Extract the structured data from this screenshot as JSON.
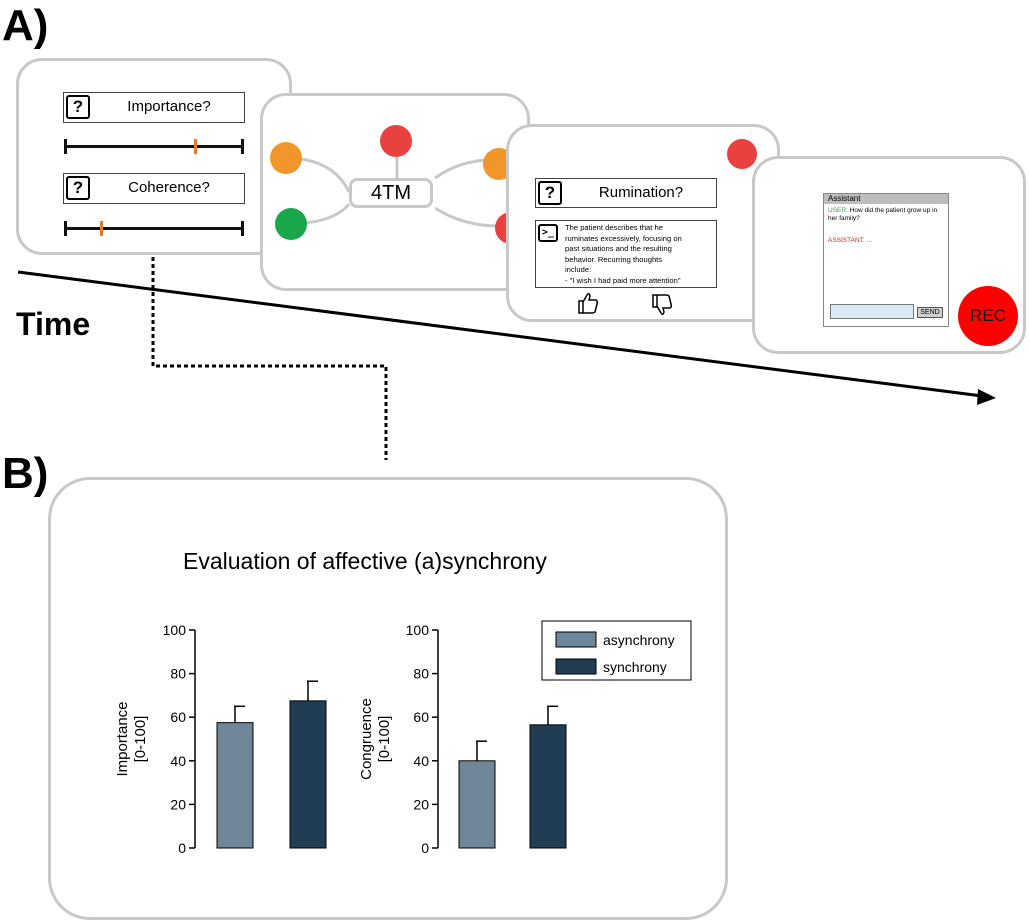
{
  "panel_a_label": "A)",
  "panel_b_label": "B)",
  "time_label": "Time",
  "card1": {
    "q1": {
      "mark": "?",
      "label": "Importance?",
      "slider_value": 0.72
    },
    "q2": {
      "mark": "?",
      "label": "Coherence?",
      "slider_value": 0.2
    }
  },
  "card2": {
    "hub_label": "4TM",
    "colors": {
      "orange": "#f0962a",
      "red": "#e8413f",
      "green": "#1aa64b"
    }
  },
  "card3": {
    "question": {
      "mark": "?",
      "label": "Rumination?"
    },
    "prompt_icon": ">_",
    "response_lines": [
      "The patient describes that he",
      "ruminates excessively, focusing on",
      "past situations and the resulting",
      "behavior. Recurring thoughts",
      "include:",
      "- \"I wish I had paid more attention\""
    ],
    "icons": {
      "up": "thumbs-up-icon",
      "down": "thumbs-down-icon"
    }
  },
  "card4": {
    "window_title": "Assistant",
    "user_prefix": "USER:",
    "user_text": "How did the patient grow up in her family?",
    "assistant_prefix": "ASSISTANT:",
    "assistant_text": "...",
    "send_label": "SEND",
    "rec_label": "REC",
    "colors": {
      "user": "#2aa84a",
      "assistant": "#d42020",
      "input": "#dbe9f6",
      "rec": "#ff0000"
    }
  },
  "panel_b_title": "Evaluation of affective (a)synchrony",
  "chart_data": [
    {
      "type": "bar",
      "categories": [
        "asynchrony",
        "synchrony"
      ],
      "values": [
        57.5,
        67.5
      ],
      "errors": [
        7.5,
        9
      ],
      "ylabel": "Importance\n[0-100]",
      "ylim": [
        0,
        100
      ],
      "yticks": [
        0,
        20,
        40,
        60,
        80,
        100
      ],
      "colors": [
        "#6f8699",
        "#213d54"
      ]
    },
    {
      "type": "bar",
      "categories": [
        "asynchrony",
        "synchrony"
      ],
      "values": [
        40,
        56.5
      ],
      "errors": [
        9,
        8.5
      ],
      "ylabel": "Congruence\n[0-100]",
      "ylim": [
        0,
        100
      ],
      "yticks": [
        0,
        20,
        40,
        60,
        80,
        100
      ],
      "colors": [
        "#6f8699",
        "#213d54"
      ],
      "legend": {
        "entries": [
          {
            "name": "asynchrony",
            "color": "#6f8699"
          },
          {
            "name": "synchrony",
            "color": "#213d54"
          }
        ],
        "placement": "top-right"
      }
    }
  ]
}
